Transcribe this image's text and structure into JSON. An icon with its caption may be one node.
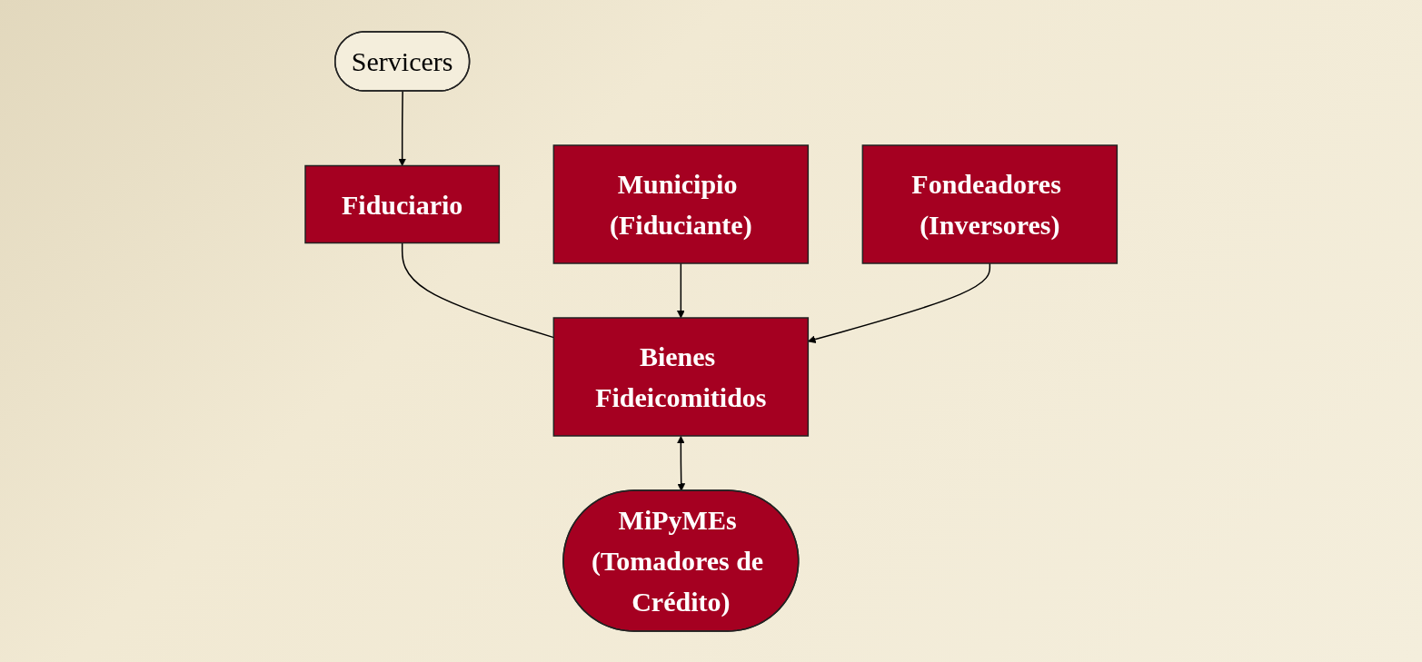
{
  "diagram": {
    "nodes": [
      {
        "text": [
          "Fiduciario"
        ]
      },
      {
        "text": [
          "Municipio (Fiduciante)"
        ]
      },
      {
        "text": [
          "Bienes Fideicomitidos"
        ]
      },
      {
        "text": [
          "Servicers"
        ]
      },
      {
        "text": [
          "Fondeadores (Inversores)"
        ]
      },
      {
        "text": [
          "MiPyMEs (Tomadores de Crédito)"
        ]
      }
    ],
    "edges": [
      {
        "from": 0,
        "to": 2,
        "arrow": "none"
      },
      {
        "from": 1,
        "to": 2,
        "arrow": "to"
      },
      {
        "from": 3,
        "to": 0,
        "arrow": "to"
      },
      {
        "from": 4,
        "to": 2,
        "arrow": "to"
      },
      {
        "from": 2,
        "to": 5,
        "arrow": "both"
      }
    ]
  }
}
